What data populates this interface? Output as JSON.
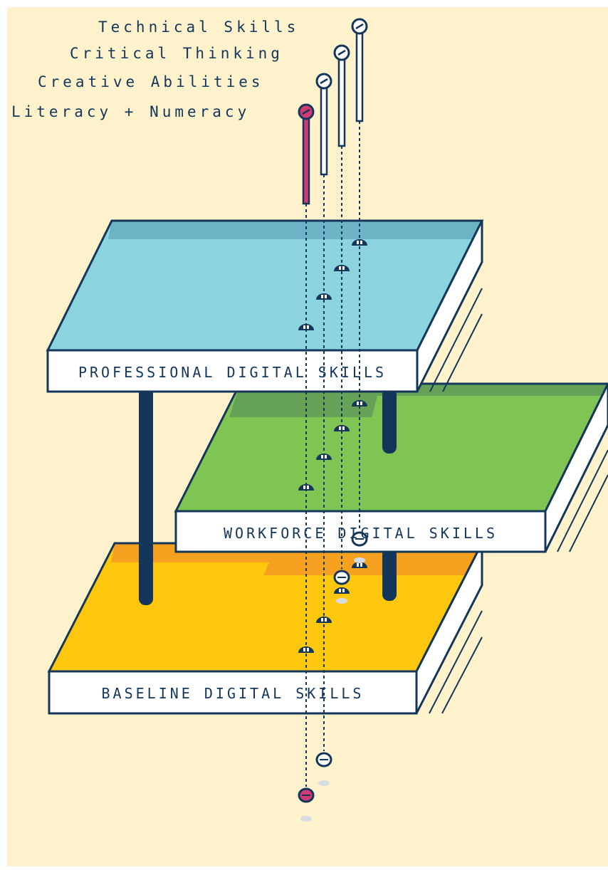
{
  "colors": {
    "background": "#fdf2cc",
    "outline": "#14365a",
    "professional_top": "#8bd3df",
    "professional_band": "#6cb3c5",
    "workforce_top": "#80c453",
    "workforce_band": "#65a257",
    "baseline_top": "#fdc70d",
    "baseline_band": "#f5a11f",
    "front_face": "#ffffff",
    "pin_highlight": "#d13a72",
    "pin_plain": "#ffffff",
    "shadow": "#d9dbe2"
  },
  "pins": [
    {
      "label": "Technical Skills",
      "icon": "pin-icon",
      "highlighted": false
    },
    {
      "label": "Critical Thinking",
      "icon": "pin-icon",
      "highlighted": false
    },
    {
      "label": "Creative Abilities",
      "icon": "pin-icon",
      "highlighted": false
    },
    {
      "label": "Literacy + Numeracy",
      "icon": "pin-icon",
      "highlighted": true
    }
  ],
  "layers": {
    "professional": {
      "label": "PROFESSIONAL DIGITAL SKILLS"
    },
    "workforce": {
      "label": "WORKFORCE DIGITAL SKILLS"
    },
    "baseline": {
      "label": "BASELINE DIGITAL SKILLS"
    }
  }
}
